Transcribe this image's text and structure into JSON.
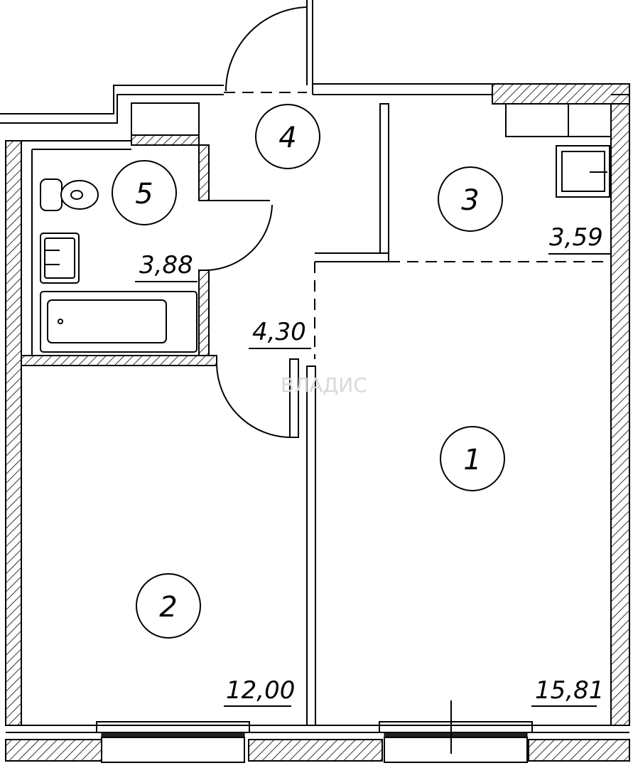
{
  "plan": {
    "rooms": [
      {
        "id": "room-1",
        "number": "1",
        "area": "15,81"
      },
      {
        "id": "room-2",
        "number": "2",
        "area": "12,00"
      },
      {
        "id": "room-3",
        "number": "3",
        "area": "3,59"
      },
      {
        "id": "room-4",
        "number": "4",
        "area": "4,30"
      },
      {
        "id": "room-5",
        "number": "5",
        "area": "3,88"
      }
    ],
    "watermark": "ВЛАДИС"
  }
}
